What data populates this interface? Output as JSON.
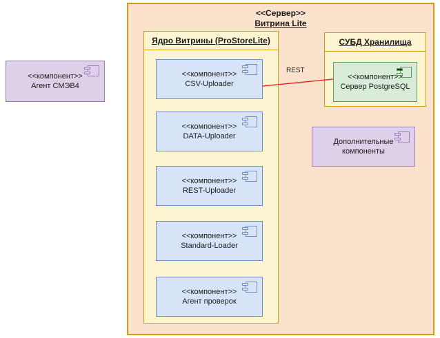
{
  "diagram": {
    "type": "uml-component-diagram",
    "colors": {
      "server_fill": "#fbe2cd",
      "server_border": "#d39b16",
      "group_fill": "#fdf4d2",
      "group_border": "#d39b16",
      "component_blue_fill": "#d7e4f8",
      "component_blue_border": "#6f8fc0",
      "component_green_fill": "#d8ecd8",
      "component_green_border": "#5f9c5f",
      "component_purple_fill": "#ddd0e8",
      "component_purple_border": "#9b7fb5",
      "connector": "#e8302a"
    }
  },
  "external_component": {
    "stereotype": "<<компонент>>",
    "name": "Агент СМЭВ4",
    "icon": "uml-component-icon"
  },
  "server": {
    "stereotype": "<<Сервер>>",
    "name": "Витрина Lite"
  },
  "core_group": {
    "title": "Ядро Витрины (ProStoreLite)",
    "components": [
      {
        "stereotype": "<<компонент>>",
        "name": "CSV-Uploader",
        "icon": "uml-component-icon"
      },
      {
        "stereotype": "<<компонент>>",
        "name": "DATA-Uploader",
        "icon": "uml-component-icon"
      },
      {
        "stereotype": "<<компонент>>",
        "name": "REST-Uploader",
        "icon": "uml-component-icon"
      },
      {
        "stereotype": "<<компонент>>",
        "name": "Standard-Loader",
        "icon": "uml-component-icon"
      },
      {
        "stereotype": "<<компонент>>",
        "name": "Агент проверок",
        "icon": "uml-component-icon"
      }
    ]
  },
  "db_group": {
    "title": "СУБД Хранилища",
    "component": {
      "stereotype": "<<компонент>>",
      "name": "Сервер PostgreSQL",
      "icon": "uml-component-icon"
    }
  },
  "extra_component": {
    "line1": "Дополнительные",
    "line2": "компоненты",
    "icon": "uml-component-icon"
  },
  "connector": {
    "label": "REST",
    "from": "CSV-Uploader",
    "to": "Сервер PostgreSQL"
  }
}
